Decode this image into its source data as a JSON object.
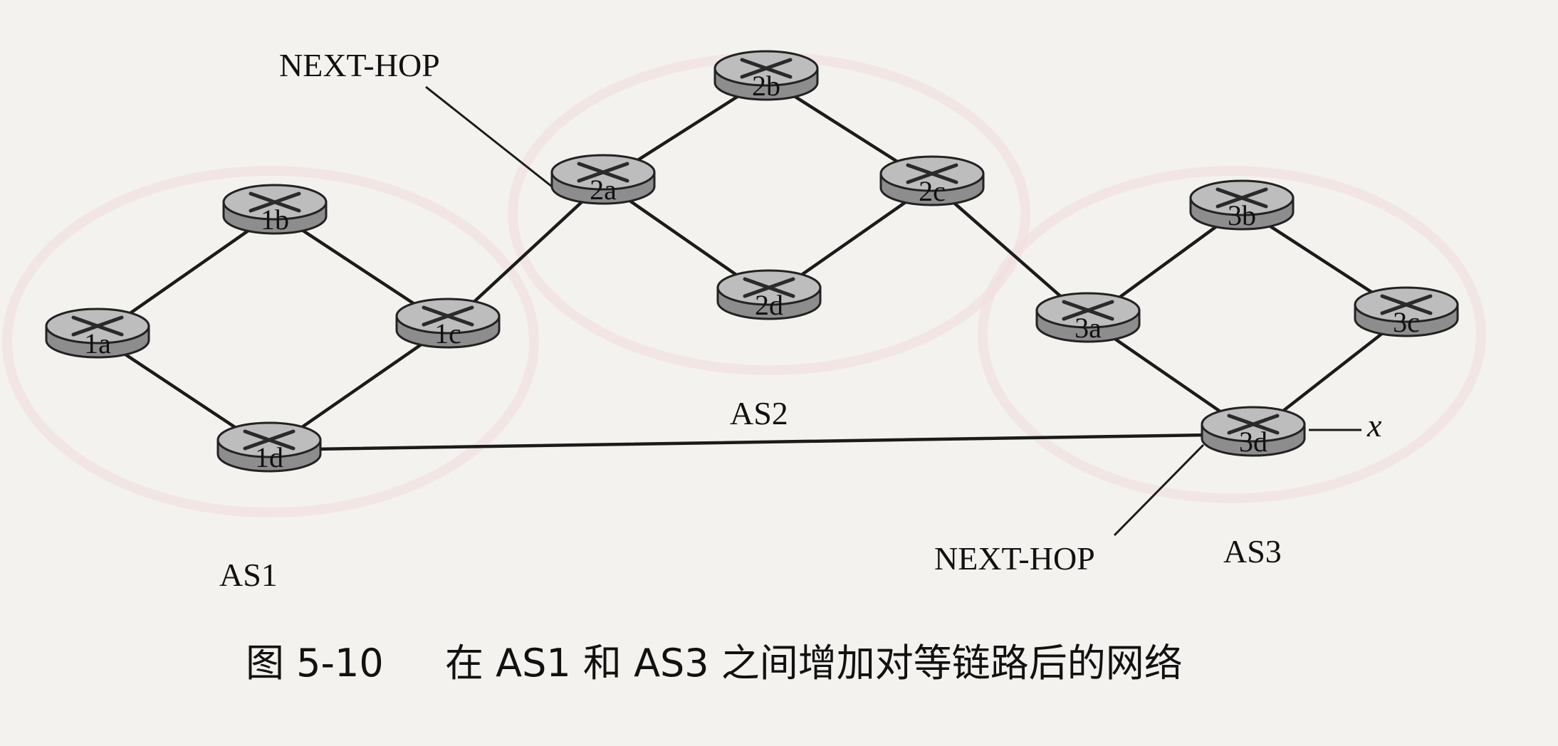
{
  "routers": [
    {
      "id": "1a",
      "label": "1a"
    },
    {
      "id": "1b",
      "label": "1b"
    },
    {
      "id": "1c",
      "label": "1c"
    },
    {
      "id": "1d",
      "label": "1d"
    },
    {
      "id": "2a",
      "label": "2a"
    },
    {
      "id": "2b",
      "label": "2b"
    },
    {
      "id": "2c",
      "label": "2c"
    },
    {
      "id": "2d",
      "label": "2d"
    },
    {
      "id": "3a",
      "label": "3a"
    },
    {
      "id": "3b",
      "label": "3b"
    },
    {
      "id": "3c",
      "label": "3c"
    },
    {
      "id": "3d",
      "label": "3d"
    }
  ],
  "links": [
    [
      "1a",
      "1b"
    ],
    [
      "1b",
      "1c"
    ],
    [
      "1a",
      "1d"
    ],
    [
      "1d",
      "1c"
    ],
    [
      "1c",
      "2a"
    ],
    [
      "2a",
      "2b"
    ],
    [
      "2a",
      "2d"
    ],
    [
      "2b",
      "2c"
    ],
    [
      "2d",
      "2c"
    ],
    [
      "2c",
      "3a"
    ],
    [
      "3a",
      "3b"
    ],
    [
      "3b",
      "3c"
    ],
    [
      "3a",
      "3d"
    ],
    [
      "3c",
      "3d"
    ],
    [
      "1d",
      "3d"
    ]
  ],
  "labels": {
    "next_hop_top": "NEXT-HOP",
    "next_hop_bottom": "NEXT-HOP",
    "as1": "AS1",
    "as2": "AS2",
    "as3": "AS3",
    "x": "x"
  },
  "caption": {
    "figure_number": "图 5-10",
    "text": "在 AS1 和 AS3 之间增加对等链路后的网络"
  }
}
